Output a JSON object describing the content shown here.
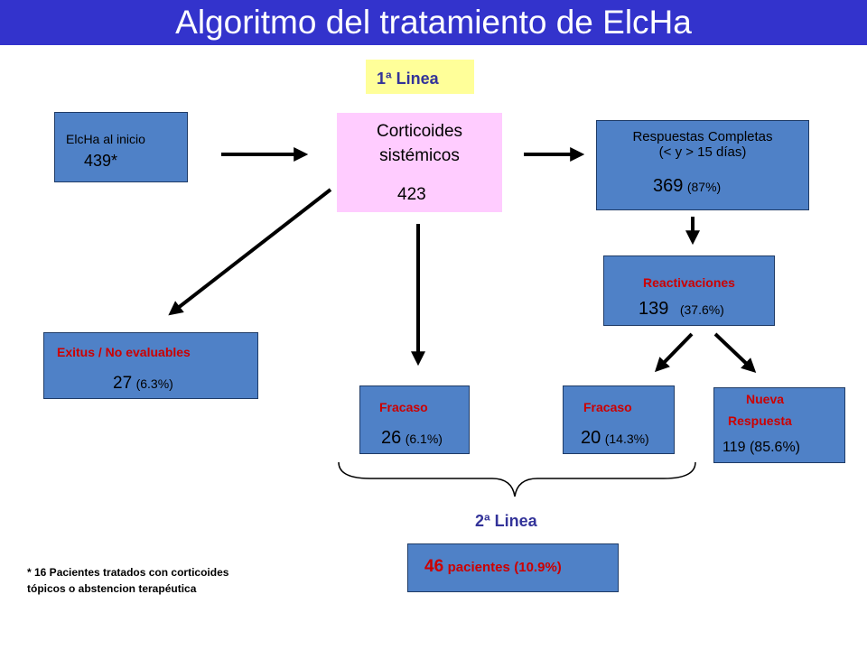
{
  "title": "Algoritmo del tratamiento de ElcHa",
  "first_line": "1ª Linea",
  "start": {
    "label": "ElcHa al inicio",
    "value": "439*"
  },
  "corticoids": {
    "line1": "Corticoides",
    "line2": "sistémicos",
    "value": "423"
  },
  "complete": {
    "line1": "Respuestas Completas",
    "line2": "(< y > 15 días)",
    "value": "369",
    "pct": "(87%)"
  },
  "reactivations": {
    "label": "Reactivaciones",
    "value": "139",
    "pct": "(37.6%)"
  },
  "exitus": {
    "label": "Exitus / No evaluables",
    "value": "27",
    "pct": "(6.3%)"
  },
  "failure1": {
    "label": "Fracaso",
    "value": "26",
    "pct": "(6.1%)"
  },
  "failure2": {
    "label": "Fracaso",
    "value": "20",
    "pct": "(14.3%)"
  },
  "new_response": {
    "line1": "Nueva",
    "line2": "Respuesta",
    "value": "119",
    "pct": "(85.6%)"
  },
  "second_line": "2ª Linea",
  "patients": {
    "value": "46",
    "label": "pacientes",
    "pct": "(10.9%)"
  },
  "footnote": {
    "line1": "* 16 Pacientes tratados con corticoides",
    "line2": "tópicos o abstencion terapéutica"
  },
  "colors": {
    "title_bar": "#3333cc",
    "box_blue": "#4f81c7",
    "box_pink": "#ffccff",
    "label_yellow": "#ffff99",
    "accent_red": "#cc0000",
    "accent_navy": "#333399"
  }
}
